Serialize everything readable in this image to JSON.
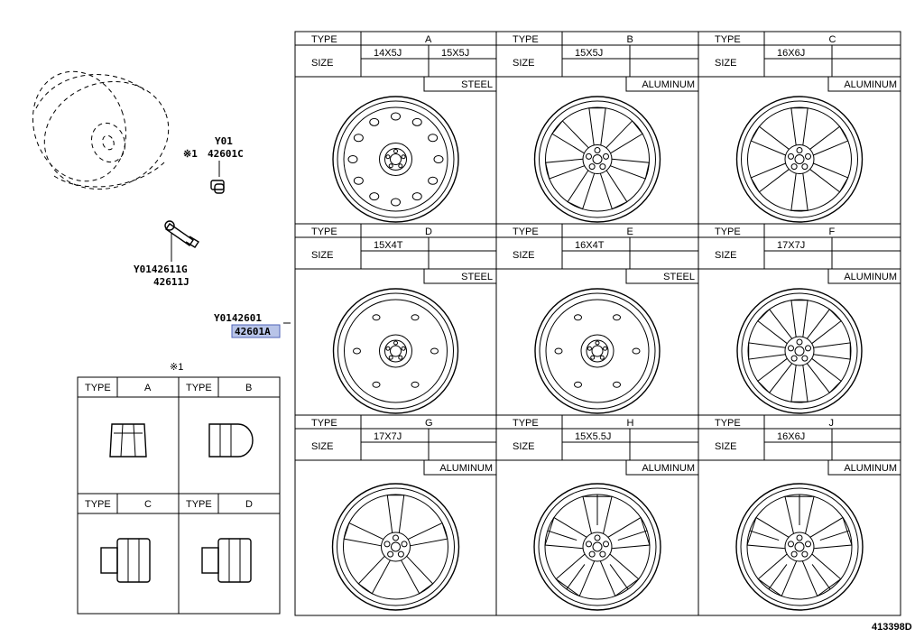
{
  "diagram_id": "413398D",
  "callout_ref": "※1",
  "callouts": {
    "nut_y": "Y01",
    "nut_pn": "42601C",
    "valve_y": "Y0142611G",
    "valve_pn": "42611J",
    "wheel_y": "Y0142601",
    "wheel_pn": "42601A"
  },
  "labels": {
    "type": "TYPE",
    "size": "SIZE"
  },
  "wheels": [
    {
      "type": "A",
      "sizes": [
        "14X5J",
        "15X5J"
      ],
      "material": "STEEL",
      "style": "steel-holes"
    },
    {
      "type": "B",
      "sizes": [
        "15X5J",
        ""
      ],
      "material": "ALUMINUM",
      "style": "spoke7"
    },
    {
      "type": "C",
      "sizes": [
        "16X6J",
        ""
      ],
      "material": "ALUMINUM",
      "style": "spoke6"
    },
    {
      "type": "D",
      "sizes": [
        "15X4T",
        ""
      ],
      "material": "STEEL",
      "style": "steel-plain"
    },
    {
      "type": "E",
      "sizes": [
        "16X4T",
        ""
      ],
      "material": "STEEL",
      "style": "steel-plain"
    },
    {
      "type": "F",
      "sizes": [
        "17X7J",
        ""
      ],
      "material": "ALUMINUM",
      "style": "spoke8"
    },
    {
      "type": "G",
      "sizes": [
        "17X7J",
        ""
      ],
      "material": "ALUMINUM",
      "style": "spoke5"
    },
    {
      "type": "H",
      "sizes": [
        "15X5.5J",
        ""
      ],
      "material": "ALUMINUM",
      "style": "spoke10"
    },
    {
      "type": "J",
      "sizes": [
        "16X6J",
        ""
      ],
      "material": "ALUMINUM",
      "style": "spoke10b"
    }
  ],
  "nuts": [
    {
      "type": "A",
      "style": "cap-short"
    },
    {
      "type": "B",
      "style": "cap-dome"
    },
    {
      "type": "C",
      "style": "long"
    },
    {
      "type": "D",
      "style": "long"
    }
  ]
}
